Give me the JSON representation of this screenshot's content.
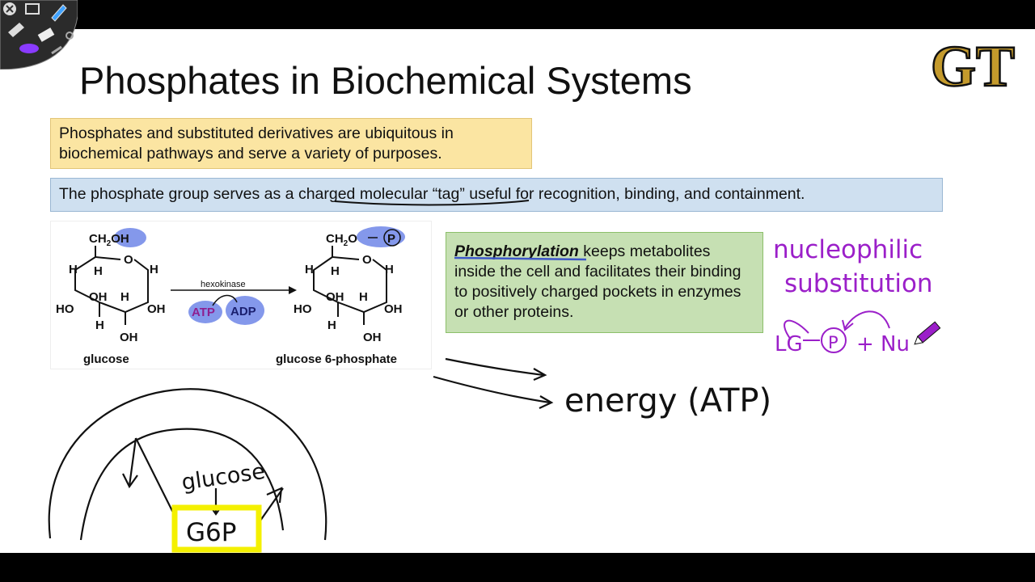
{
  "slide": {
    "title": "Phosphates in Biochemical Systems",
    "box_intro": "Phosphates and substituted derivatives are ubiquitous in biochemical pathways and serve a variety of purposes.",
    "box_tag_prefix": "The phosphate group serves as a ",
    "box_tag_highlight": "charged molecular “tag”",
    "box_tag_suffix": " useful for recognition, binding, and containment.",
    "box_phos_term": "Phosphorylation",
    "box_phos_rest": " keeps metabolites inside the cell and facilitates their binding to positively charged pockets in enzymes or other proteins."
  },
  "diagram": {
    "glucose_label": "glucose",
    "g6p_label": "glucose 6-phosphate",
    "enzyme": "hexokinase",
    "atp": "ATP",
    "adp": "ADP",
    "ch2": "CH",
    "sub2": "2",
    "oh": "OH",
    "ring_o": "O",
    "h": "H",
    "ho": "HO",
    "p": "P"
  },
  "handwriting": {
    "nucleophilic": "nucleophilic",
    "substitution": "substitution",
    "lg": "LG",
    "p": "P",
    "plus_nu": "+ Nu",
    "energy": "energy (ATP)",
    "glucose": "glucose",
    "g6p": "G6P"
  },
  "logo": {
    "text": "GT",
    "color": "#c49a2c"
  },
  "colors": {
    "purple_ink": "#9b1fc9",
    "highlight_blue": "#6f86e8",
    "yellow_highlight": "#f4f000"
  },
  "toolbar_icons": [
    "close-icon",
    "share-icon",
    "pen-icon",
    "eraser-icon",
    "highlighter-icon",
    "undo-icon",
    "redo-icon",
    "settings-icon"
  ]
}
